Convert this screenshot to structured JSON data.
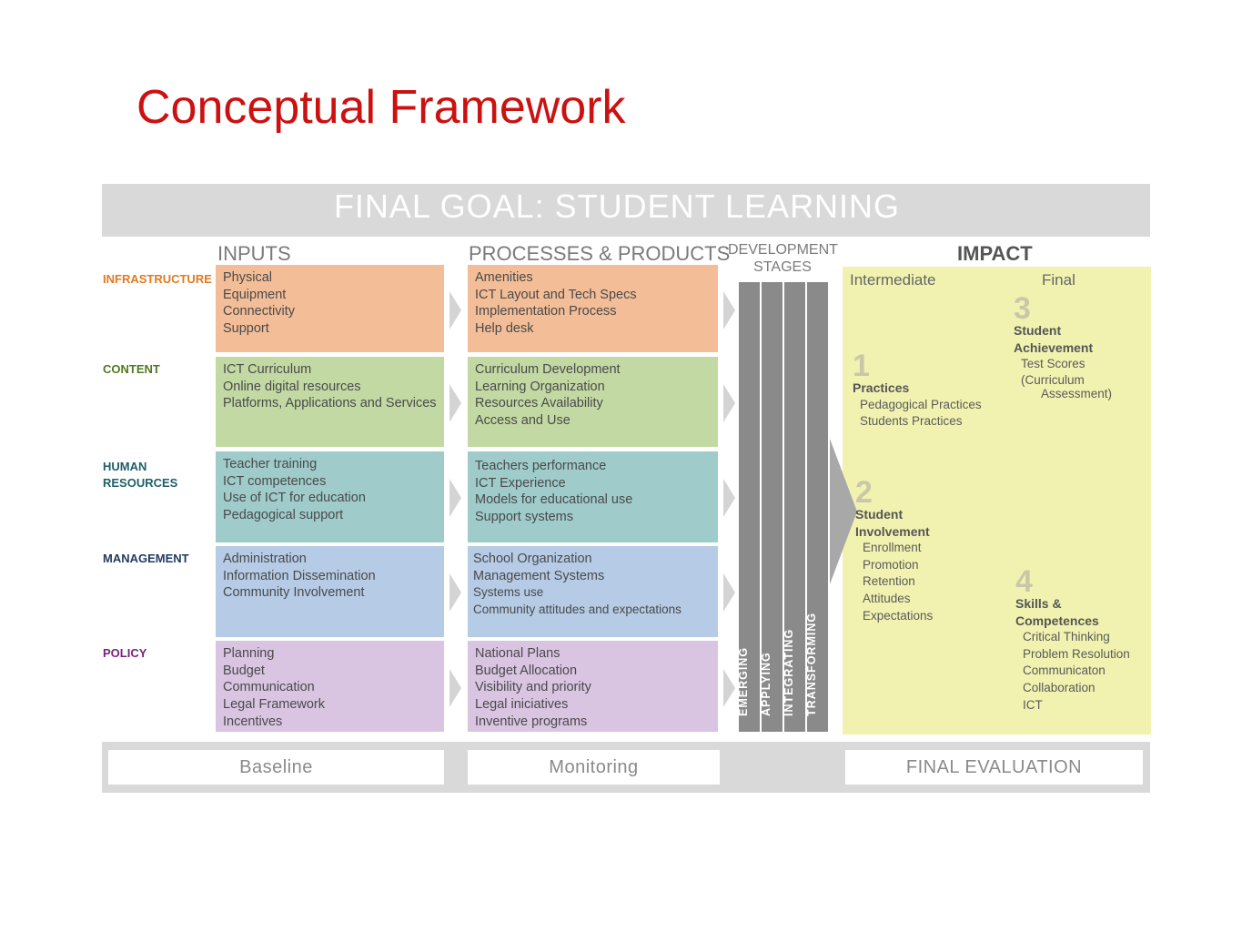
{
  "title": "Conceptual Framework",
  "goal": "FINAL GOAL: STUDENT LEARNING",
  "headers": {
    "inputs": "INPUTS",
    "processes": "PROCESSES &  PRODUCTS",
    "development": [
      "DEVELOPMENT",
      "STAGES"
    ],
    "impact": "IMPACT"
  },
  "rows": [
    {
      "label": [
        "INFRASTRUCTURE"
      ],
      "inputs": [
        "Physical",
        "Equipment",
        "Connectivity",
        "Support"
      ],
      "processes": [
        "Amenities",
        "ICT  Layout and Tech Specs",
        "Implementation Process",
        "Help desk"
      ]
    },
    {
      "label": [
        "CONTENT"
      ],
      "inputs": [
        "ICT Curriculum",
        "Online digital resources",
        "Platforms, Applications and Services"
      ],
      "processes": [
        "Curriculum Development",
        "Learning Organization",
        "Resources Availability",
        "Access and Use"
      ]
    },
    {
      "label": [
        "HUMAN",
        "RESOURCES"
      ],
      "inputs": [
        "Teacher training",
        "ICT competences",
        "Use of ICT for education",
        "Pedagogical support"
      ],
      "processes": [
        "Teachers performance",
        "ICT  Experience",
        "Models for educational use",
        "Support systems"
      ]
    },
    {
      "label": [
        "MANAGEMENT"
      ],
      "inputs": [
        "Administration",
        "Information Dissemination",
        "Community Involvement"
      ],
      "processes": [
        "School Organization",
        "Management Systems",
        "Systems use",
        "Community attitudes and expectations"
      ]
    },
    {
      "label": [
        "POLICY"
      ],
      "inputs": [
        "Planning",
        "Budget",
        "Communication",
        "Legal Framework",
        "Incentives"
      ],
      "processes": [
        "National Plans",
        "Budget Allocation",
        "Visibility and priority",
        "Legal iniciatives",
        "Inventive programs"
      ]
    }
  ],
  "stages": [
    "EMERGING",
    "APPLYING",
    "INTEGRATING",
    "TRANSFORMING"
  ],
  "impact": {
    "intermediate_label": "Intermediate",
    "final_label": "Final",
    "blocks": [
      {
        "num": "1",
        "title": [
          "Practices"
        ],
        "items": [
          "Pedagogical Practices",
          "Students Practices"
        ]
      },
      {
        "num": "2",
        "title": [
          "Student",
          "Involvement"
        ],
        "items": [
          "Enrollment",
          "Promotion",
          "Retention",
          "Attitudes",
          "Expectations"
        ]
      },
      {
        "num": "3",
        "title": [
          "Student",
          "Achievement"
        ],
        "items": [
          "Test Scores",
          "(Curriculum",
          "Assessment)"
        ]
      },
      {
        "num": "4",
        "title": [
          "Skills &",
          "Competences"
        ],
        "items": [
          "Critical Thinking",
          "Problem Resolution",
          "Communicaton",
          "Collaboration",
          "ICT"
        ]
      }
    ]
  },
  "evaluation": [
    "Baseline",
    "Monitoring",
    "FINAL EVALUATION"
  ],
  "colors": {
    "title": "#cc1111",
    "infrastructure": "#e07a22",
    "content": "#4f7a1f",
    "human_resources": "#1f5f6a",
    "management": "#1f3a5f",
    "policy": "#7a1f7a",
    "stage_bar": "#8a8a8a",
    "impact_panel": "#f2f2b0"
  }
}
